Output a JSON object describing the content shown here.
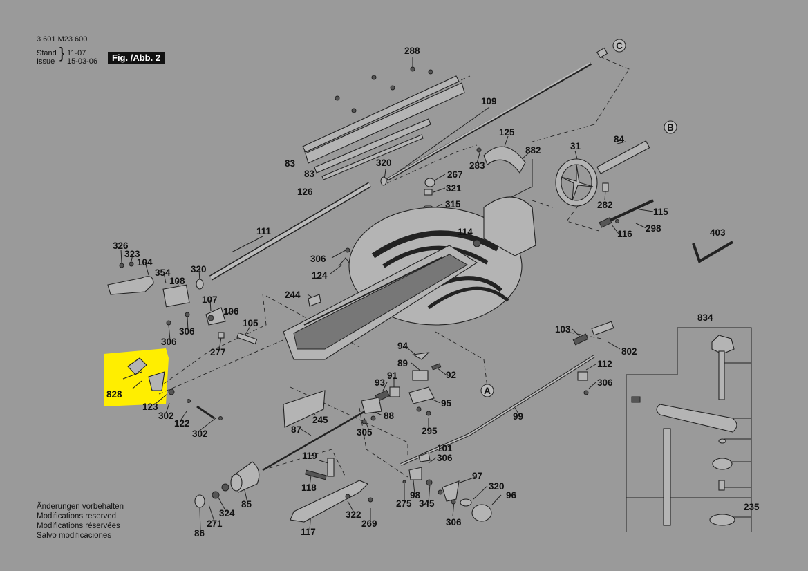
{
  "header": {
    "part_number": "3 601 M23 600",
    "stand_label": "Stand",
    "issue_label": "Issue",
    "stand_old_date": "11-07",
    "issue_date": "15-03-06",
    "figure_label": "Fig. /Abb. 2"
  },
  "notes": [
    "Änderungen vorbehalten",
    "Modifications reserved",
    "Modifications réservées",
    "Salvo modificaciones"
  ],
  "callouts": [
    "A",
    "B",
    "C"
  ],
  "part_labels": {
    "288": "288",
    "109": "109",
    "125": "125",
    "882": "882",
    "283": "283",
    "83a": "83",
    "83b": "83",
    "126": "126",
    "320a": "320",
    "267": "267",
    "321": "321",
    "315": "315",
    "31": "31",
    "84": "84",
    "282": "282",
    "115": "115",
    "116": "116",
    "298": "298",
    "403": "403",
    "111": "111",
    "114": "114",
    "306a": "306",
    "124": "124",
    "326": "326",
    "323": "323",
    "104": "104",
    "354": "354",
    "108": "108",
    "320b": "320",
    "107": "107",
    "106": "106",
    "105": "105",
    "306b": "306",
    "306c": "306",
    "277": "277",
    "244": "244",
    "103": "103",
    "802": "802",
    "112": "112",
    "306d": "306",
    "834": "834",
    "94": "94",
    "89": "89",
    "92": "92",
    "93": "93",
    "91": "91",
    "95": "95",
    "828": "828",
    "123": "123",
    "302a": "302",
    "122": "122",
    "302b": "302",
    "245": "245",
    "87": "87",
    "88": "88",
    "305": "305",
    "295": "295",
    "99": "99",
    "101": "101",
    "306e": "306",
    "119": "119",
    "118": "118",
    "97": "97",
    "320c": "320",
    "96": "96",
    "98": "98",
    "275": "275",
    "345": "345",
    "306f": "306",
    "85": "85",
    "324": "324",
    "271": "271",
    "86": "86",
    "117": "117",
    "322": "322",
    "269": "269",
    "235": "235"
  },
  "highlight": {
    "label_key": "828",
    "color": "#ffee00"
  }
}
